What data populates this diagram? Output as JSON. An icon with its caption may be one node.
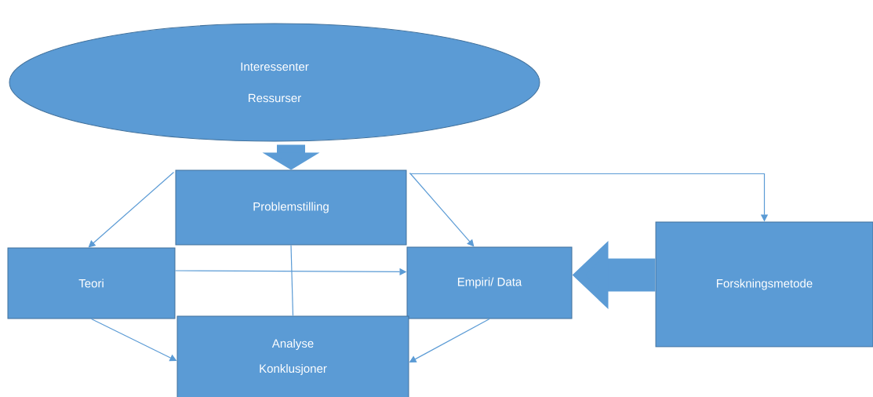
{
  "diagram": {
    "nodes": [
      {
        "text": [
          "Interessenter",
          "Ressurser"
        ]
      },
      {
        "text": [
          "Problemstilling"
        ]
      },
      {
        "text": [
          "Teori"
        ]
      },
      {
        "text": [
          "Empiri/ Data"
        ]
      },
      {
        "text": [
          "Forskningsmetode"
        ]
      },
      {
        "text": [
          "Analyse",
          "Konklusjoner"
        ]
      }
    ],
    "edges": [
      {
        "from": 0,
        "to": 1,
        "arrow": "to",
        "style": "thick"
      },
      {
        "from": 1,
        "to": 2,
        "arrow": "to"
      },
      {
        "from": 1,
        "to": 3,
        "arrow": "to"
      },
      {
        "from": 1,
        "to": 4,
        "arrow": "to"
      },
      {
        "from": 2,
        "to": 3,
        "arrow": "to"
      },
      {
        "from": 1,
        "to": 5,
        "arrow": "none"
      },
      {
        "from": 2,
        "to": 5,
        "arrow": "to"
      },
      {
        "from": 3,
        "to": 5,
        "arrow": "to"
      },
      {
        "from": 4,
        "to": 3,
        "arrow": "to",
        "style": "thick"
      }
    ]
  }
}
